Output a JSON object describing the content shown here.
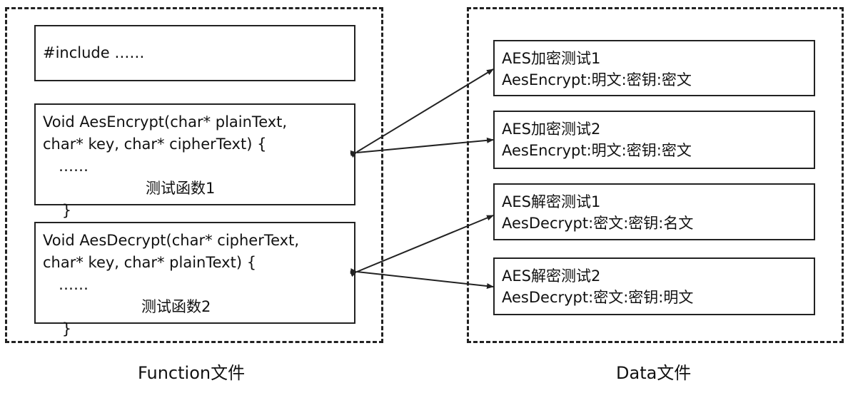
{
  "function_file": {
    "caption": "Function文件",
    "include_text": "#include ……",
    "encrypt": {
      "line1": "Void AesEncrypt(char* plainText,",
      "line2": "char* key, char* cipherText) {",
      "line3": "……",
      "line4": "}",
      "label": "测试函数1"
    },
    "decrypt": {
      "line1": "Void AesDecrypt(char* cipherText,",
      "line2": "char* key, char* plainText) {",
      "line3": "……",
      "line4": "}",
      "label": "测试函数2"
    }
  },
  "data_file": {
    "caption": "Data文件",
    "tests": [
      {
        "title": "AES加密测试1",
        "content": "AesEncrypt:明文:密钥:密文"
      },
      {
        "title": "AES加密测试2",
        "content": "AesEncrypt:明文:密钥:密文"
      },
      {
        "title": "AES解密测试1",
        "content": "AesDecrypt:密文:密钥:名文"
      },
      {
        "title": "AES解密测试2",
        "content": "AesDecrypt:密文:密钥:明文"
      }
    ]
  },
  "colors": {
    "stroke": "#222222",
    "background": "#ffffff"
  }
}
